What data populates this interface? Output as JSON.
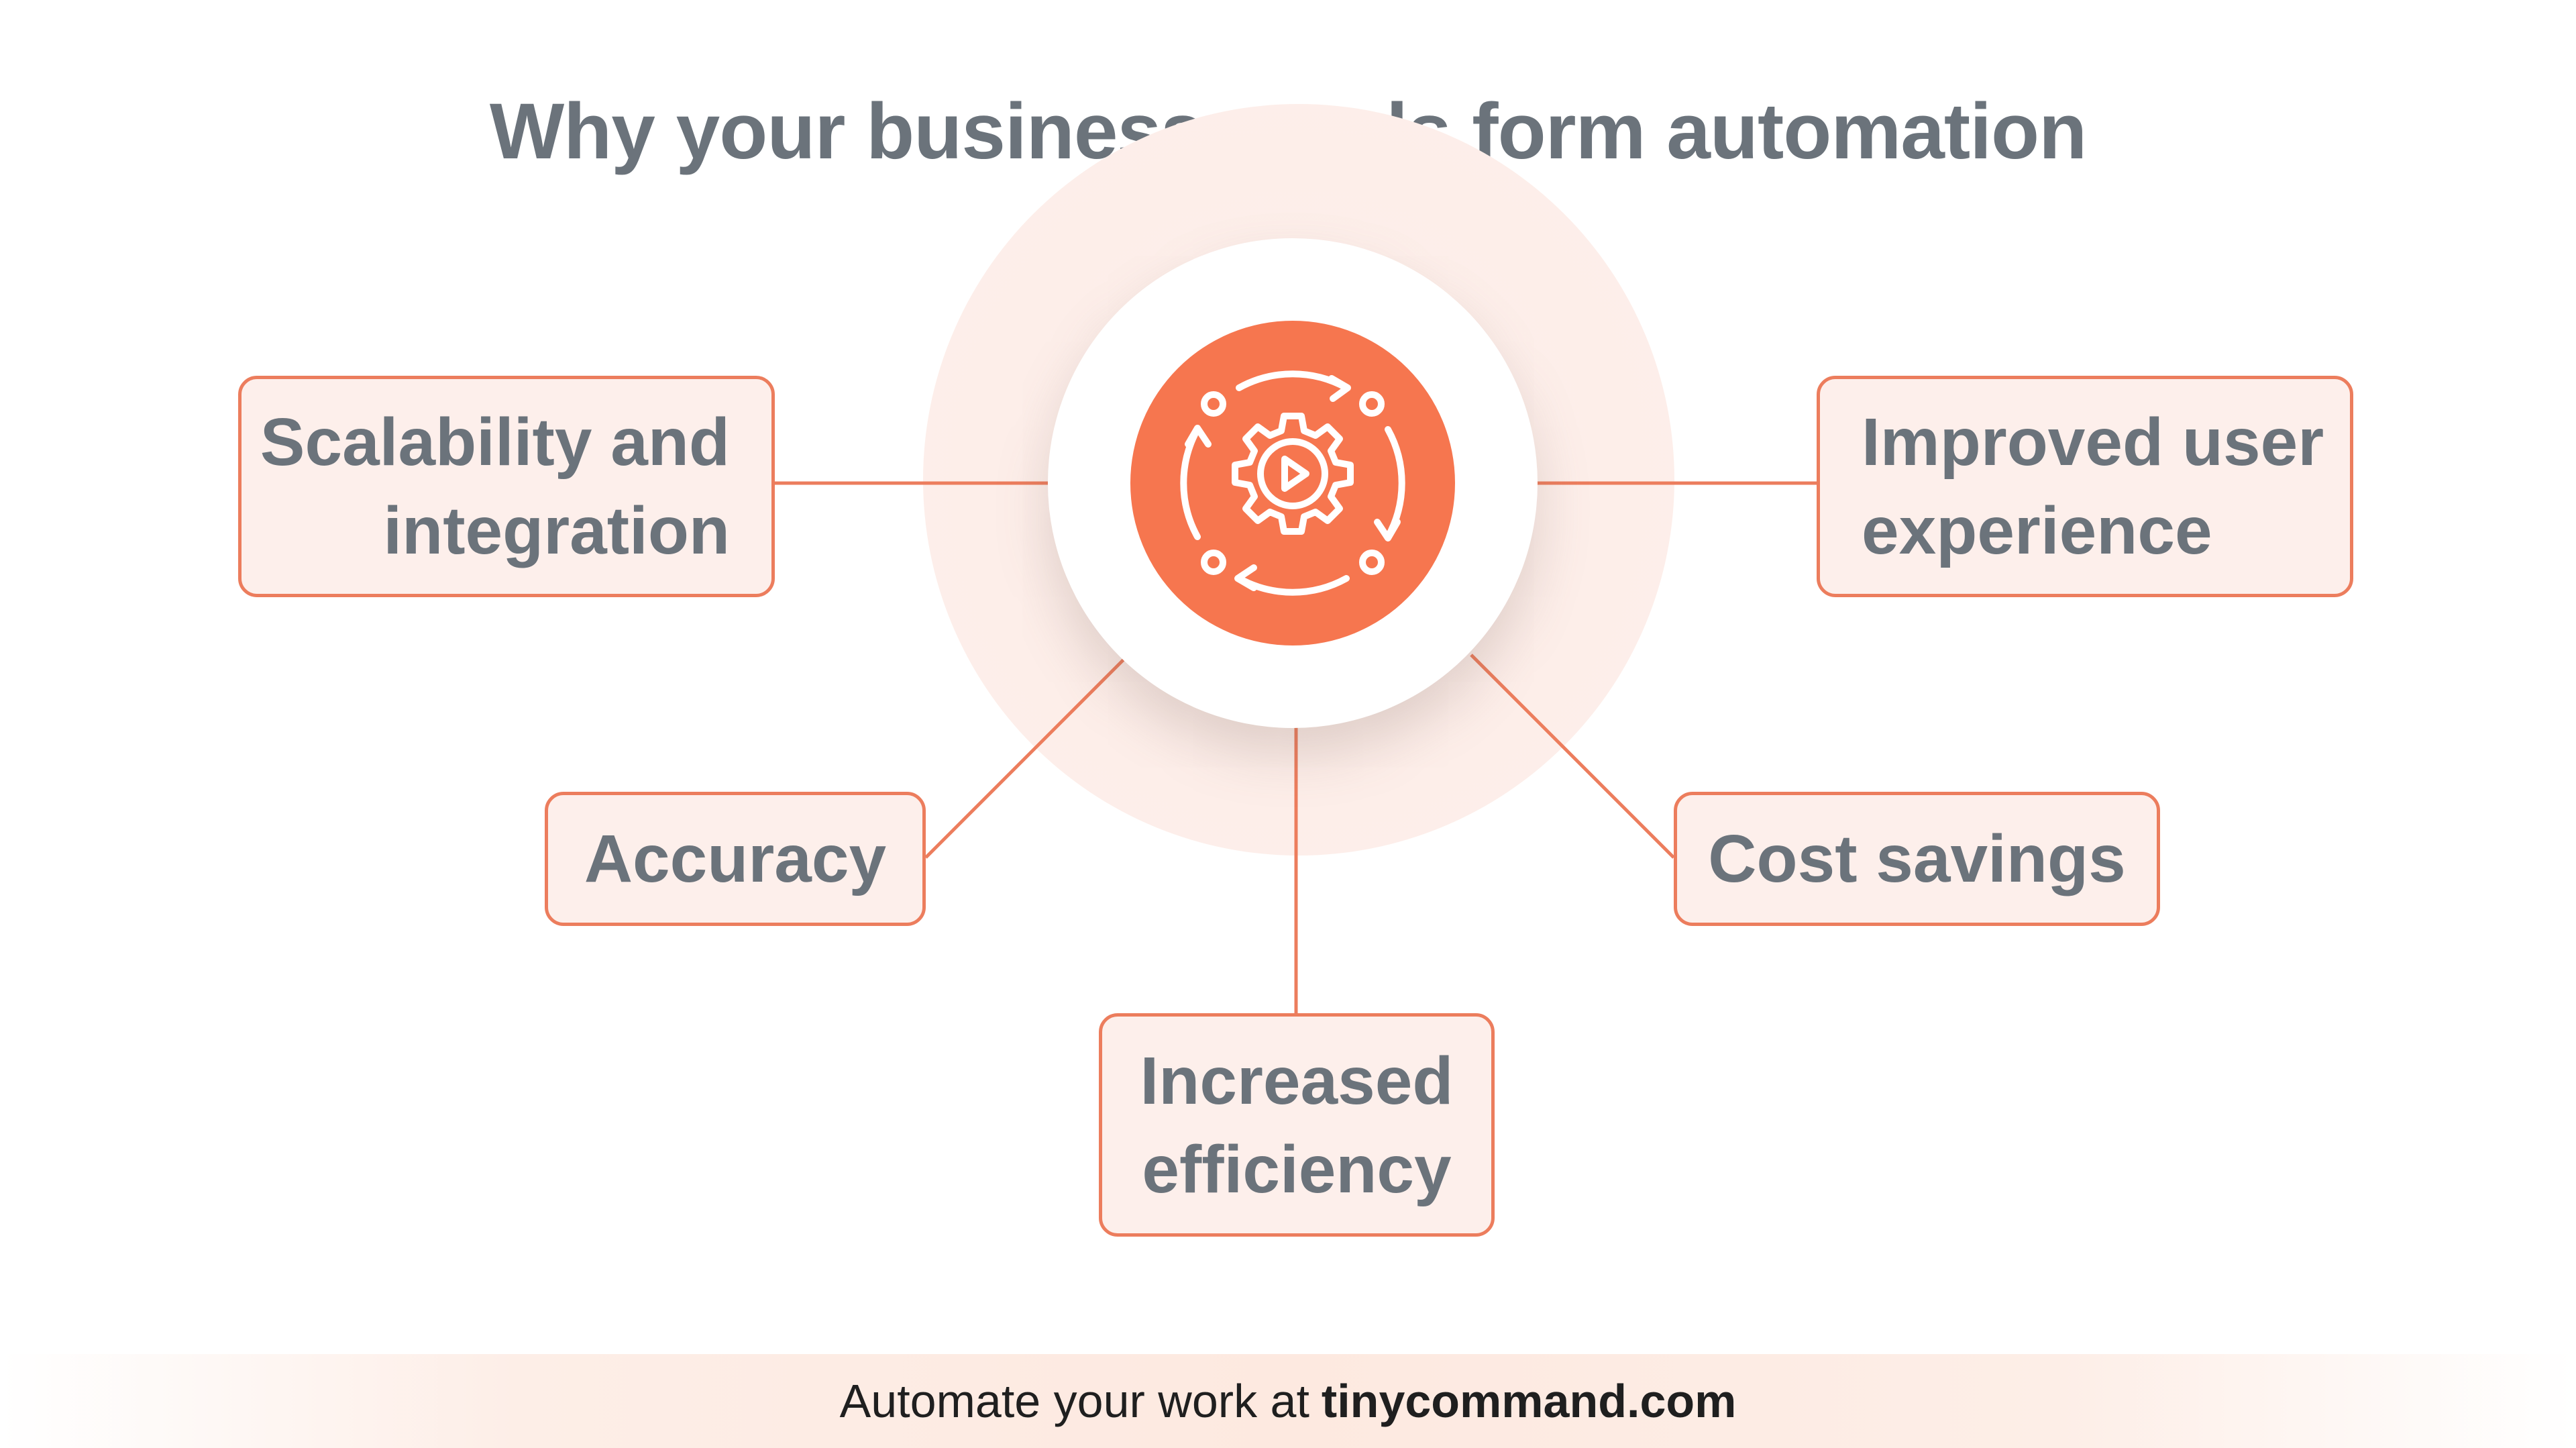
{
  "title": "Why your business needs form automation",
  "hub": {
    "icon": "gear-cycle-play-icon"
  },
  "benefits": [
    {
      "id": "scalability",
      "label": "Scalability and integration"
    },
    {
      "id": "user-experience",
      "label": "Improved user experience"
    },
    {
      "id": "accuracy",
      "label": "Accuracy"
    },
    {
      "id": "cost-savings",
      "label": "Cost savings"
    },
    {
      "id": "efficiency",
      "label": "Increased efficiency"
    }
  ],
  "footer": {
    "text": "Automate your work at",
    "link": "tinycommand.com"
  },
  "colors": {
    "accent": "#f6764f",
    "border": "#ec7d5d",
    "box_fill": "#fdefeb",
    "text": "#6b737b",
    "halo": "#fdeee9"
  }
}
